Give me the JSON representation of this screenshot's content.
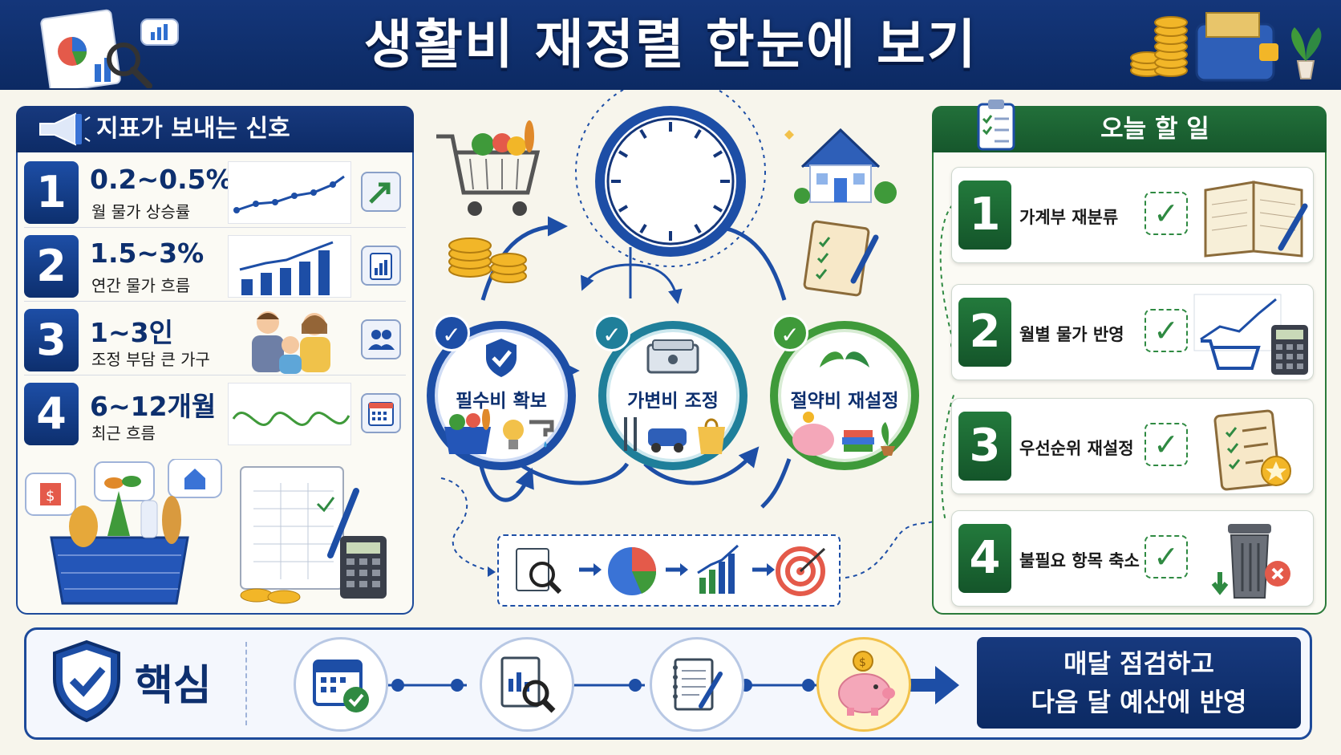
{
  "header": {
    "title": "생활비 재정렬 한눈에 보기"
  },
  "signals": {
    "title": "지표가 보내는 신호",
    "items": [
      {
        "num": "1",
        "value": "0.2~0.5%",
        "label": "월 물가 상승률",
        "icon": "trend-up-arrow-icon"
      },
      {
        "num": "2",
        "value": "1.5~3%",
        "label": "연간 물가 흐름",
        "icon": "bar-chart-clipboard-icon"
      },
      {
        "num": "3",
        "value": "1~3인",
        "label": "조정 부담 큰 가구",
        "icon": "people-icon"
      },
      {
        "num": "4",
        "value": "6~12개월",
        "label": "최근 흐름",
        "icon": "calendar-icon"
      }
    ]
  },
  "cycle": {
    "phases": [
      {
        "label": "필수비 확보",
        "color": "#1d4ea6"
      },
      {
        "label": "가변비 조정",
        "color": "#1f7f9a"
      },
      {
        "label": "절약비 재설정",
        "color": "#3f9a3a"
      }
    ]
  },
  "tasks": {
    "title": "오늘 할 일",
    "items": [
      {
        "num": "1",
        "label": "가계부 재분류",
        "icon": "ledger-book-icon"
      },
      {
        "num": "2",
        "label": "월별 물가 반영",
        "icon": "cart-calculator-icon"
      },
      {
        "num": "3",
        "label": "우선순위 재설정",
        "icon": "priority-checklist-icon"
      },
      {
        "num": "4",
        "label": "불필요 항목 축소",
        "icon": "trash-bin-icon"
      }
    ]
  },
  "core": {
    "label": "핵심",
    "message_line1": "매달 점검하고",
    "message_line2": "다음 달 예산에 반영"
  },
  "colors": {
    "navy": "#0d2f6e",
    "blue": "#1d4ea6",
    "teal": "#1f7f9a",
    "green": "#3f9a3a",
    "dark_green": "#16572c",
    "background": "#f7f5ec"
  }
}
